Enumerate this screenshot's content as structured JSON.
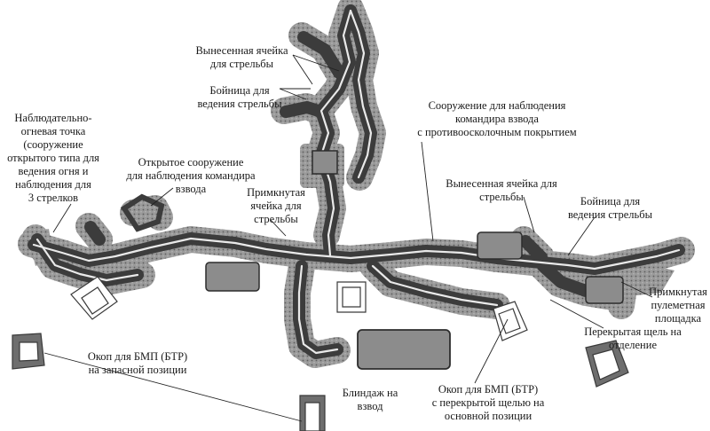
{
  "colors": {
    "trench_fill": "#3c3c3c",
    "parapet": "#9a9a9a",
    "parapet_dark": "#7d7d7d",
    "floor_line": "#e9e9e9",
    "structure": "#8c8c8c",
    "vehicle_pit": "#ffffff",
    "text": "#1a1a1a"
  },
  "labels": {
    "forward_cell_top": "Вынесенная ячейка\nдля стрельбы",
    "embrasure_top": "Бойница для\nведения стрельбы",
    "observation_fire_point": "Наблюдательно-\nогневая точка\n(сооружение\nоткрытого типа для\nведения огня и\nнаблюдения для\n3 стрелков",
    "open_structure_commander": "Открытое сооружение\nдля наблюдения командира\nвзвода",
    "adjacent_cell_left": "Примкнутая\nячейка для\nстрельбы",
    "commander_shelter": "Сооружение для  наблюдения\nкомандира взвода\nс противоосколочным покрытием",
    "forward_cell_right": "Вынесенная ячейка для\nстрельбы",
    "embrasure_right": "Бойница для\nведения стрельбы",
    "machine_gun_platform": "Примкнутая\nпулеметная\nплощадка",
    "covered_slit": "Перекрытая щель на\nотделение",
    "ifv_pit_reserve": "Окоп для БМП (БТР)\nна запасной позиции",
    "dugout": "Блиндаж на\nвзвод",
    "ifv_pit_main": "Окоп для БМП (БТР)\nс перекрытой щелью на\nосновной позиции"
  },
  "icons": {
    "trench_network": "trench-network-shape",
    "ifv_pit": "vehicle-pit-shape",
    "dugout": "dugout-shape"
  }
}
